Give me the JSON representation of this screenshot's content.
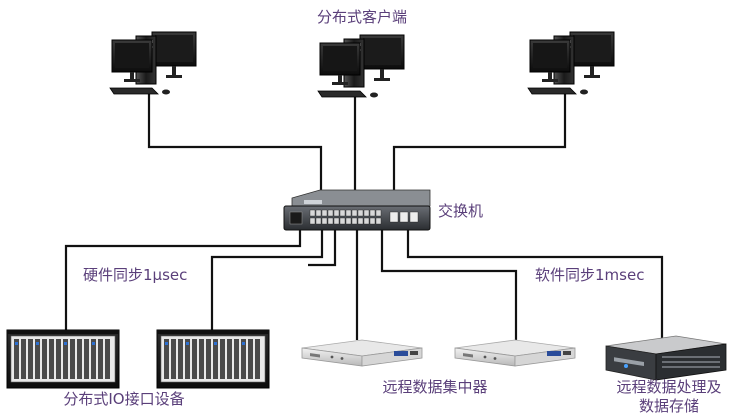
{
  "labels": {
    "clients": "分布式客户端",
    "switch": "交换机",
    "hw_sync": "硬件同步1μsec",
    "sw_sync": "软件同步1msec",
    "io_devices": "分布式IO接口设备",
    "concentrators": "远程数据集中器",
    "processing_line1": "远程数据处理及",
    "processing_line2": "数据存储"
  },
  "colors": {
    "label": "#5a3f7a",
    "wire": "#111111"
  },
  "icons": {
    "client": "workstation-icon",
    "switch": "network-switch-icon",
    "io": "chassis-rack-icon",
    "concentrator": "1u-rack-unit-icon",
    "server": "rack-server-icon"
  }
}
